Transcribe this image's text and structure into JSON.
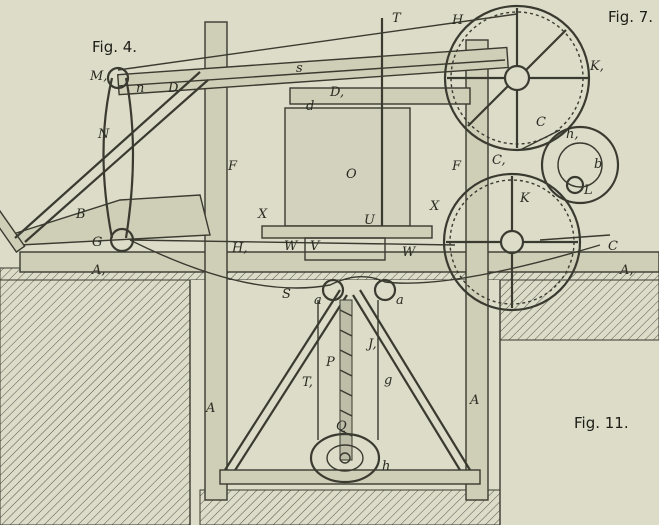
{
  "figure_labels": {
    "fig4": "Fig. 4.",
    "fig7": "Fig. 7.",
    "fig11": "Fig. 11."
  },
  "part_labels": {
    "T": "T",
    "H": "H",
    "s": "s",
    "D1": "D,",
    "d": "d",
    "K1": "K,",
    "M1": "M,",
    "n": "n",
    "D": "D",
    "N": "N",
    "F_left": "F",
    "F_right": "F",
    "O": "O",
    "C": "C",
    "C1": "C,",
    "h1": "h,",
    "b": "b",
    "L": "L",
    "K": "K",
    "C_low": "C",
    "B": "B",
    "X_left": "X",
    "X_right": "X",
    "U": "U",
    "G": "G",
    "W_left": "W",
    "V": "V",
    "W_right": "W",
    "H1": "H,",
    "A1_left": "A,",
    "A1_right": "A,",
    "S": "S",
    "a_left": "a",
    "a_right": "a",
    "J1": "J,",
    "P": "P",
    "T1": "T,",
    "g": "g",
    "A_left": "A",
    "A_right": "A",
    "Q": "Q",
    "h": "h"
  },
  "colors": {
    "paper": "#dcdcc9",
    "ink": "#3a3a30",
    "wood": "#cfcfb8"
  }
}
